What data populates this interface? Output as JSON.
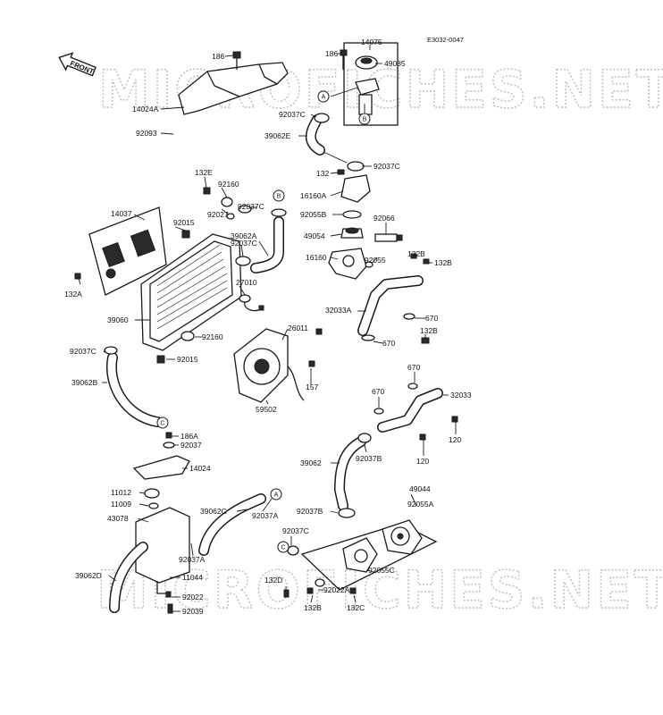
{
  "catalog_code": "E3032-0047",
  "front_label": "FRONT",
  "watermark": "MICROFICHES.NET",
  "ref_marks": [
    "A",
    "B",
    "C"
  ],
  "labels": {
    "p186_top": "186",
    "p14024A": "14024A",
    "p92093": "92093",
    "p186_tr": "186",
    "p14075": "14075",
    "p49085": "49085",
    "p92037C_a": "92037C",
    "p39062E": "39062E",
    "p132": "132",
    "p92037C_b": "92037C",
    "p132E": "132E",
    "p92160_a": "92160",
    "p92027": "92027",
    "p92037C_c": "92037C",
    "p16160A": "16160A",
    "p92055B": "92055B",
    "p92066": "92066",
    "p14037": "14037",
    "p92015_a": "92015",
    "p39062A": "39062A",
    "p92037C_d": "92037C",
    "p49054": "49054",
    "p16160": "16160",
    "p92055": "92055",
    "p132B_a": "132B",
    "p132B_b": "132B",
    "p132A": "132A",
    "p27010": "27010",
    "p32033A": "32033A",
    "p670_a": "670",
    "p39060": "39060",
    "p92160_b": "92160",
    "p26011": "26011",
    "p132B_c": "132B",
    "p670_b": "670",
    "p92037C_e": "92037C",
    "p92015_b": "92015",
    "p157": "157",
    "p670_c": "670",
    "p39062B": "39062B",
    "p670_d": "670",
    "p32033": "32033",
    "p59502": "59502",
    "p120_a": "120",
    "p186A": "186A",
    "p92037": "92037",
    "p14024": "14024",
    "p39062": "39062",
    "p92037B_a": "92037B",
    "p120_b": "120",
    "p49044": "49044",
    "p11012": "11012",
    "p11009": "11009",
    "p39062C": "39062C",
    "p92037A_a": "92037A",
    "p92037B_b": "92037B",
    "p92055A": "92055A",
    "p43078": "43078",
    "p92037C_f": "92037C",
    "p92037A_b": "92037A",
    "p39062D": "39062D",
    "p11044": "11044",
    "p92055C": "92055C",
    "p132D": "132D",
    "p92022A": "92022A",
    "p92022": "92022",
    "p132B_d": "132B",
    "p132C": "132C",
    "p92039": "92039"
  },
  "colors": {
    "ink": "#1a1a1a",
    "paper": "#ffffff",
    "watermark": "#bdbdbd"
  }
}
